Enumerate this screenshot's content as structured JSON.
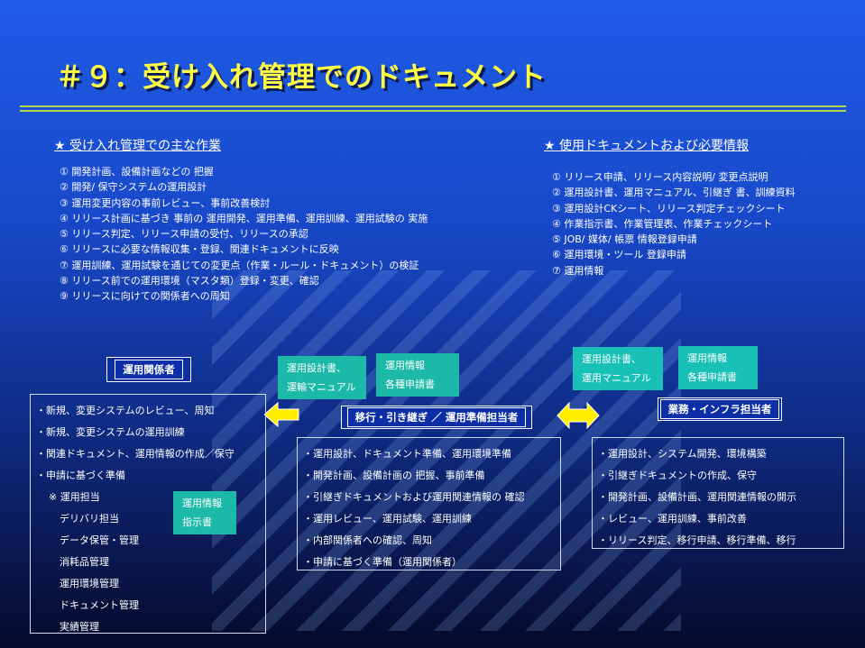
{
  "title": "＃９：受け入れ管理でのドキュメント",
  "left_section": {
    "heading": "★  受け入れ管理での主な作業",
    "items": [
      "①  開発計画、設備計画などの 把握",
      "②  開発/ 保守システムの運用設計",
      "③  運用変更内容の事前レビュー、事前改善検討",
      "④  リリース計画に基づき 事前の 運用開発、運用準備、運用訓練、運用試験の 実施",
      "⑤  リリース判定、リリース申請の受付、リリースの承認",
      "⑥  リリースに必要な情報収集・登録、関連ドキュメントに反映",
      "⑦  運用訓練、運用試験を通じての変更点（作業・ルール・ドキュメント）の検証",
      "⑧  リリース前での運用環境（マスタ類）登録・変更、確認",
      "⑨  リリースに向けての関係者への周知"
    ]
  },
  "right_section": {
    "heading": "★  使用ドキュメントおよび必要情報",
    "items": [
      "①  リリース申請、リリース内容説明/ 変更点説明",
      "②  運用設計書、運用マニュアル、引継ぎ 書、訓練資料",
      "③  運用設計CKシート、リリース判定チェックシート",
      "④  作業指示書、作業管理表、作業チェックシート",
      "⑤  JOB/ 媒体/ 帳票 情報登録申請",
      "⑥  運用環境・ツール 登録申請",
      "⑦  運用情報"
    ]
  },
  "roles": {
    "left": "運用関係者",
    "middle": "移行・引き継ぎ ／ 運用準備担当者",
    "right": "業務・インフラ担当者"
  },
  "docs": {
    "middle_left": [
      "運用設計書、",
      "運輸マニュアル"
    ],
    "middle_right": [
      "運用情報",
      "各種申請書"
    ],
    "right_left": [
      "運用設計書、",
      "運用マニュアル"
    ],
    "right_right": [
      "運用情報",
      "各種申請書"
    ],
    "left_box": [
      "運用情報",
      "指示書"
    ]
  },
  "boxes": {
    "left": [
      "・新規、変更システムのレビュー、周知",
      "・新規、変更システムの運用訓練",
      "・関連ドキュメント、運用情報の作成／保守",
      "・申請に基づく準備",
      "※  運用担当",
      "デリバリ担当",
      "データ保管・管理",
      "消耗品管理",
      "運用環境管理",
      "ドキュメント管理",
      "実績管理"
    ],
    "middle": [
      "・運用設計、ドキュメント準備、運用環境準備",
      "・開発計画、設備計画の 把握、事前準備",
      "・引継ぎドキュメントおよび運用関連情報の 確認",
      "・運用レビュー、運用試験、運用訓練",
      "・内部関係者への確認、周知",
      "・申請に基づく準備（運用関係者）"
    ],
    "right": [
      "・運用設計、システム開発、環境構築",
      "・引継ぎドキュメントの作成、保守",
      "・開発計画、設備計画、運用関連情報の開示",
      "・レビュー、運用訓練、事前改善",
      "・リリース判定、移行申請、移行準備、移行"
    ]
  },
  "colors": {
    "title": "#ffff44",
    "arrow": "#ffee00",
    "doc": "#1db9a8",
    "rule": "#b8d44a"
  },
  "icons": {
    "left_arrow": "left-arrow-icon",
    "double_arrow": "double-arrow-icon"
  }
}
